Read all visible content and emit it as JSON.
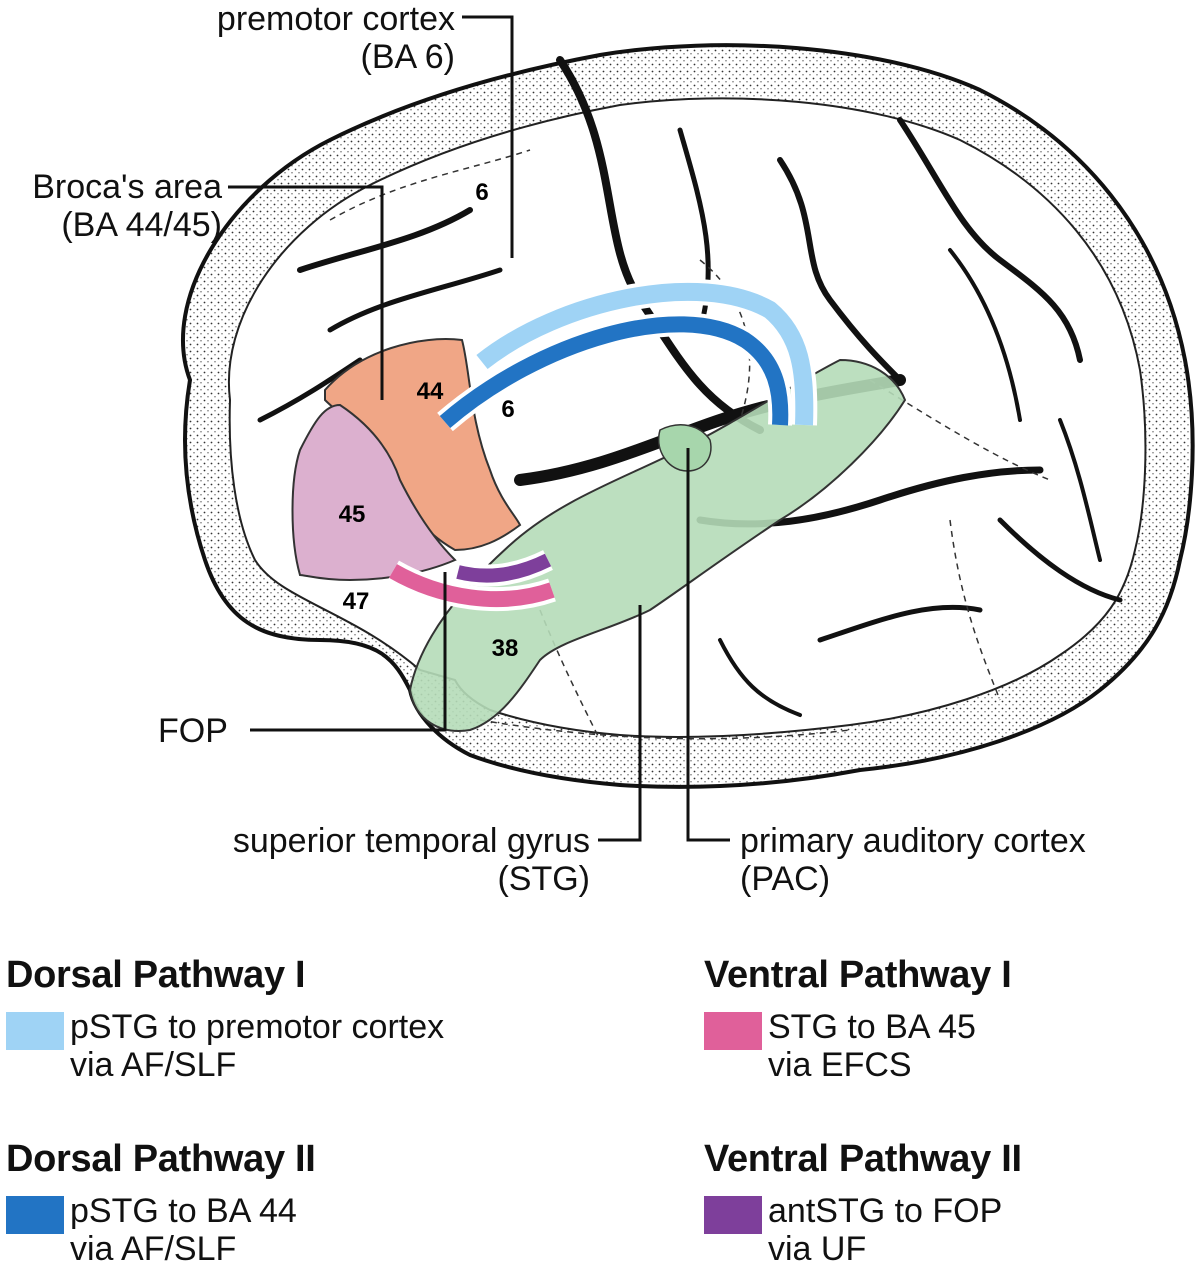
{
  "labels": {
    "premotor_line1": "premotor cortex",
    "premotor_line2": "(BA 6)",
    "broca_line1": "Broca's area",
    "broca_line2": "(BA 44/45)",
    "fop": "FOP",
    "stg_line1": "superior temporal gyrus",
    "stg_line2": "(STG)",
    "pac_line1": "primary auditory cortex",
    "pac_line2": "(PAC)"
  },
  "area_numbers": {
    "ba6_top": "6",
    "ba6_mid": "6",
    "ba44": "44",
    "ba45": "45",
    "ba47": "47",
    "ba38": "38"
  },
  "colors": {
    "dorsal1": "#9fd3f5",
    "dorsal2": "#2274c4",
    "ventral1": "#e0609a",
    "ventral2": "#7e3f9b",
    "ba44_fill": "#f0a686",
    "ba45_fill": "#dcb0cf",
    "stg_fill": "#b5dcb8",
    "brain_fill": "#ffffff"
  },
  "legend": {
    "dorsal1": {
      "title": "Dorsal Pathway I",
      "line1": "pSTG to premotor cortex",
      "line2": "via AF/SLF"
    },
    "dorsal2": {
      "title": "Dorsal Pathway II",
      "line1": "pSTG to BA 44",
      "line2": "via AF/SLF"
    },
    "ventral1": {
      "title": "Ventral Pathway I",
      "line1": "STG to BA 45",
      "line2": "via EFCS"
    },
    "ventral2": {
      "title": "Ventral Pathway II",
      "line1": "antSTG to FOP",
      "line2": "via UF"
    }
  }
}
